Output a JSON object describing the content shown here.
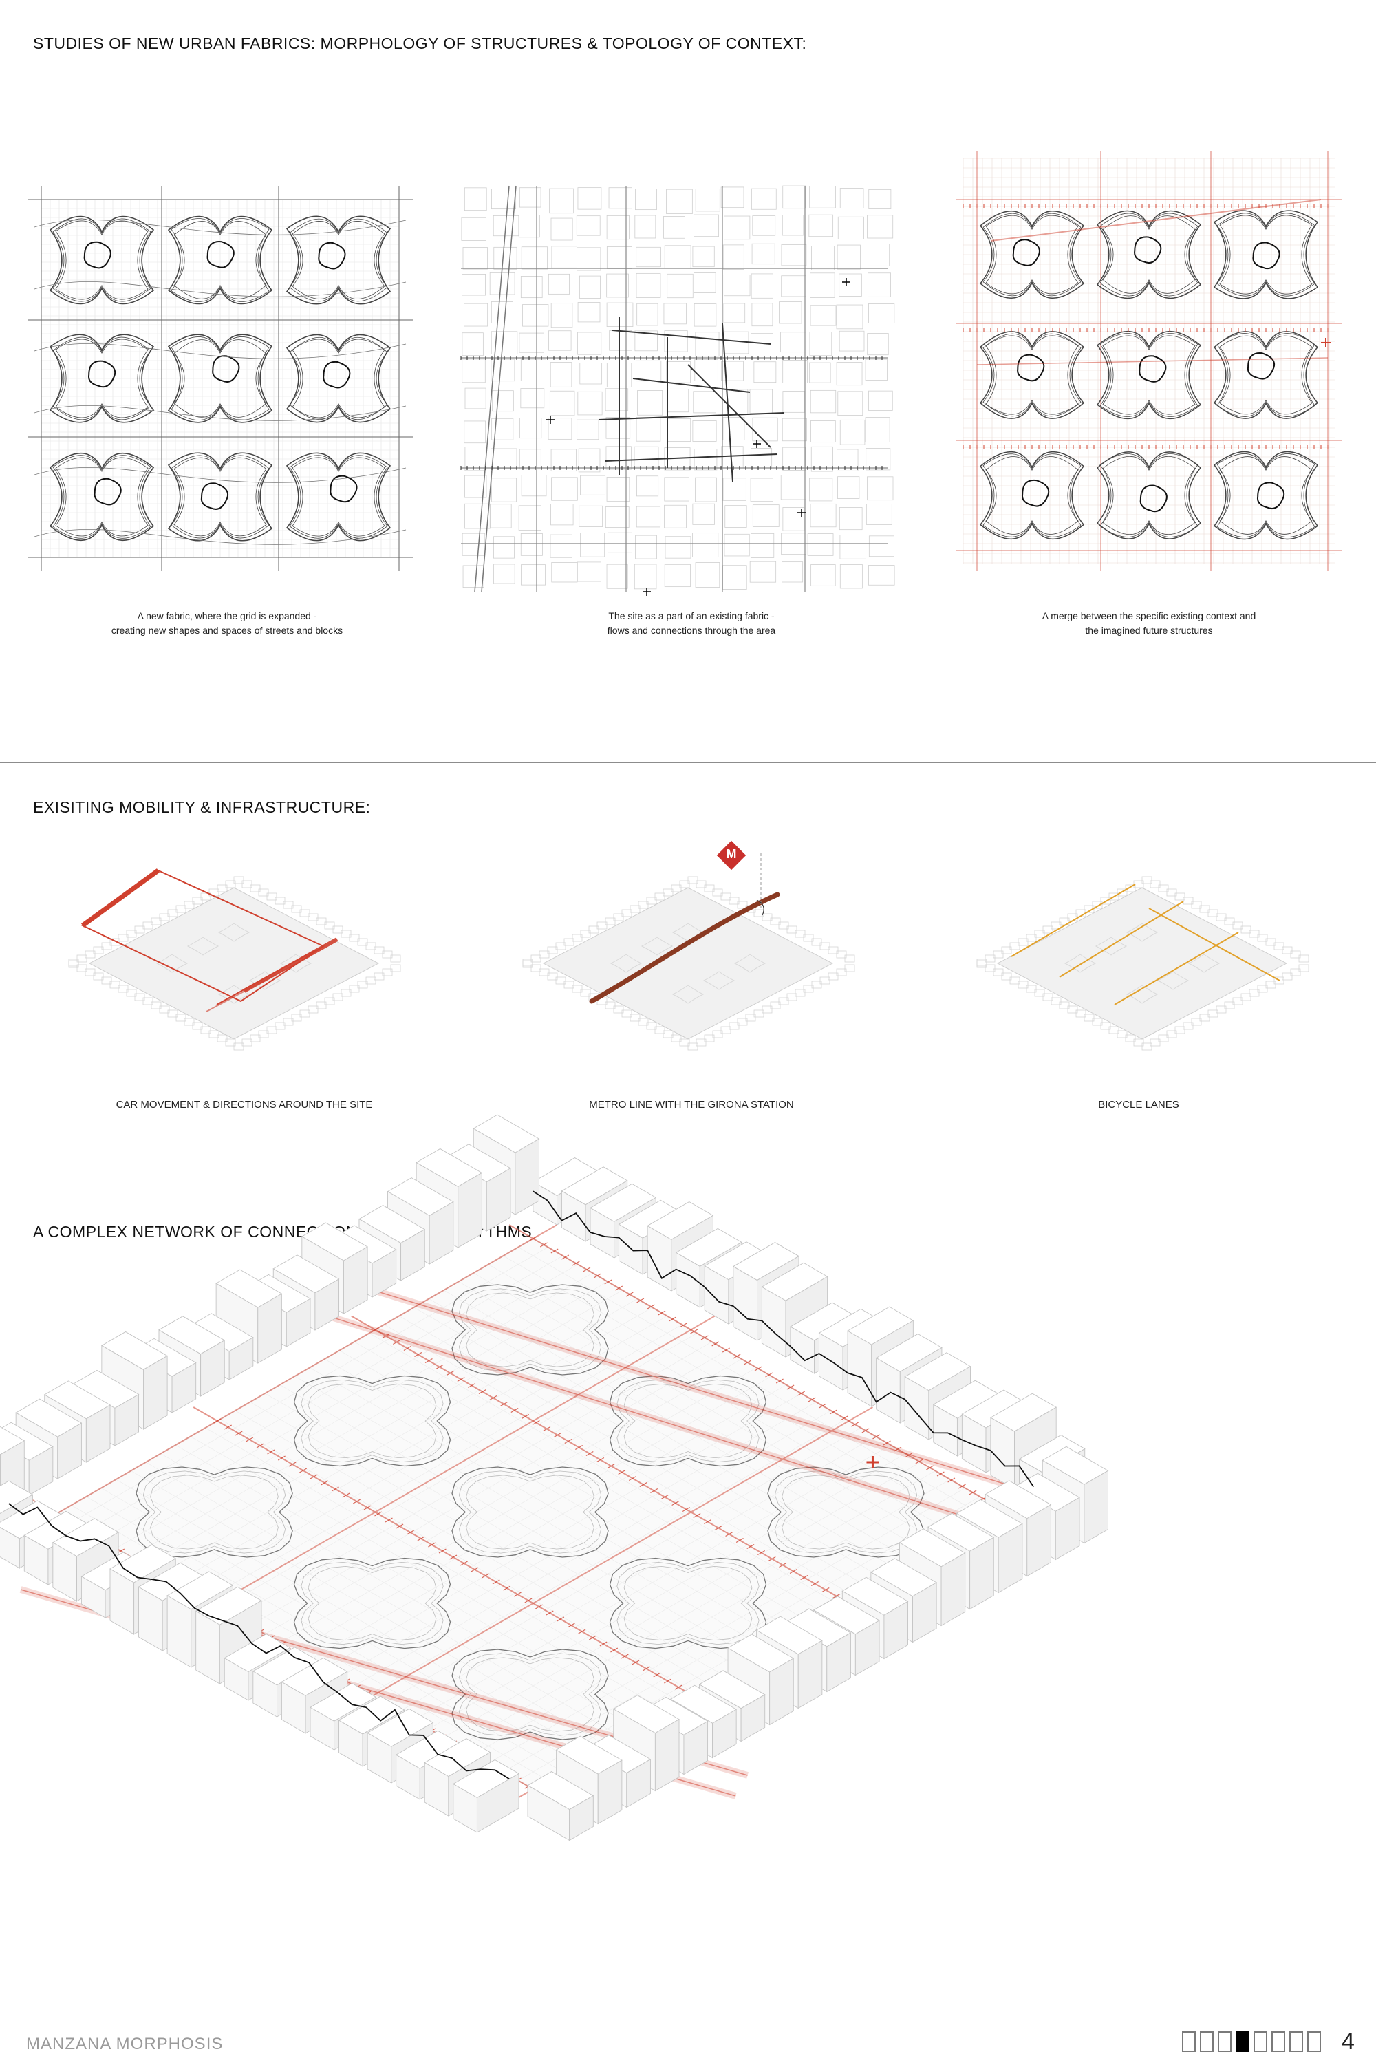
{
  "sections": {
    "fabrics": {
      "title": "STUDIES OF NEW URBAN FABRICS: MORPHOLOGY OF STRUCTURES & TOPOLOGY OF CONTEXT:",
      "captions": [
        {
          "line1": "A new fabric, where the grid is expanded -",
          "line2": "creating new shapes and spaces of streets and blocks"
        },
        {
          "line1": "The site as a part of an existing fabric -",
          "line2": "flows and connections through the area"
        },
        {
          "line1": "A merge between the specific existing context and",
          "line2": "the imagined future structures"
        }
      ]
    },
    "mobility": {
      "title": "EXISITING MOBILITY & INFRASTRUCTURE:",
      "metro_badge": "M",
      "captions": [
        "CAR MOVEMENT & DIRECTIONS AROUND THE SITE",
        "METRO LINE WITH THE GIRONA STATION",
        "BICYCLE LANES"
      ]
    },
    "network": {
      "title": "A COMPLEX NETWORK OF CONNECTIONS, SPACES & RYTHMS"
    }
  },
  "footer": {
    "project_name": "MANZANA MORPHOSIS",
    "page_number": "4",
    "page_boxes": 8,
    "active_page_index": 3
  },
  "colors": {
    "accent_red": "#d0402e",
    "metro_brown": "#8a3a22",
    "bicycle_orange": "#e2a12a",
    "line_gray": "#555555"
  }
}
